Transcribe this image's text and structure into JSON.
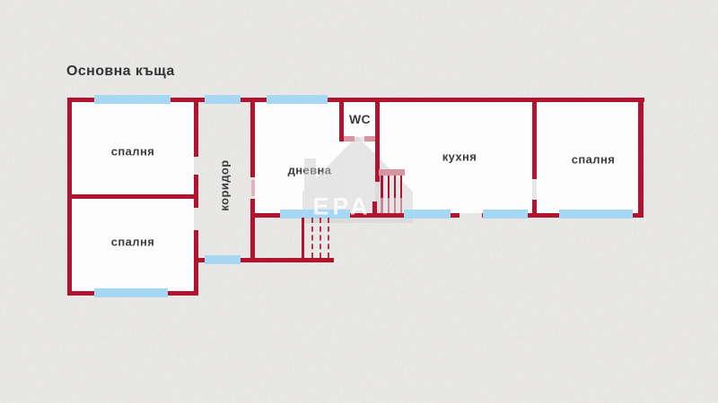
{
  "title": "Основна къща",
  "rooms": [
    {
      "id": "bedroom-top-left",
      "label": "спалня"
    },
    {
      "id": "bedroom-bottom-left",
      "label": "спалня"
    },
    {
      "id": "corridor",
      "label": "коридор"
    },
    {
      "id": "living-room",
      "label": "дневна"
    },
    {
      "id": "wc",
      "label": "WC"
    },
    {
      "id": "kitchen",
      "label": "кухня"
    },
    {
      "id": "bedroom-right",
      "label": "спалня"
    }
  ],
  "watermark": {
    "text": "ЕРА",
    "shape": "house-icon"
  },
  "features": {
    "staircases": 2,
    "windows": 9
  },
  "colors": {
    "wall": "#b2142f",
    "window": "#a7d8f3",
    "pink": "#d893a3",
    "pink_light": "#e4b3bf",
    "bg": "#ecebe9",
    "room": "#fdfdfd",
    "ink": "#3c3c3c",
    "watermark": "#cfcfcf"
  }
}
